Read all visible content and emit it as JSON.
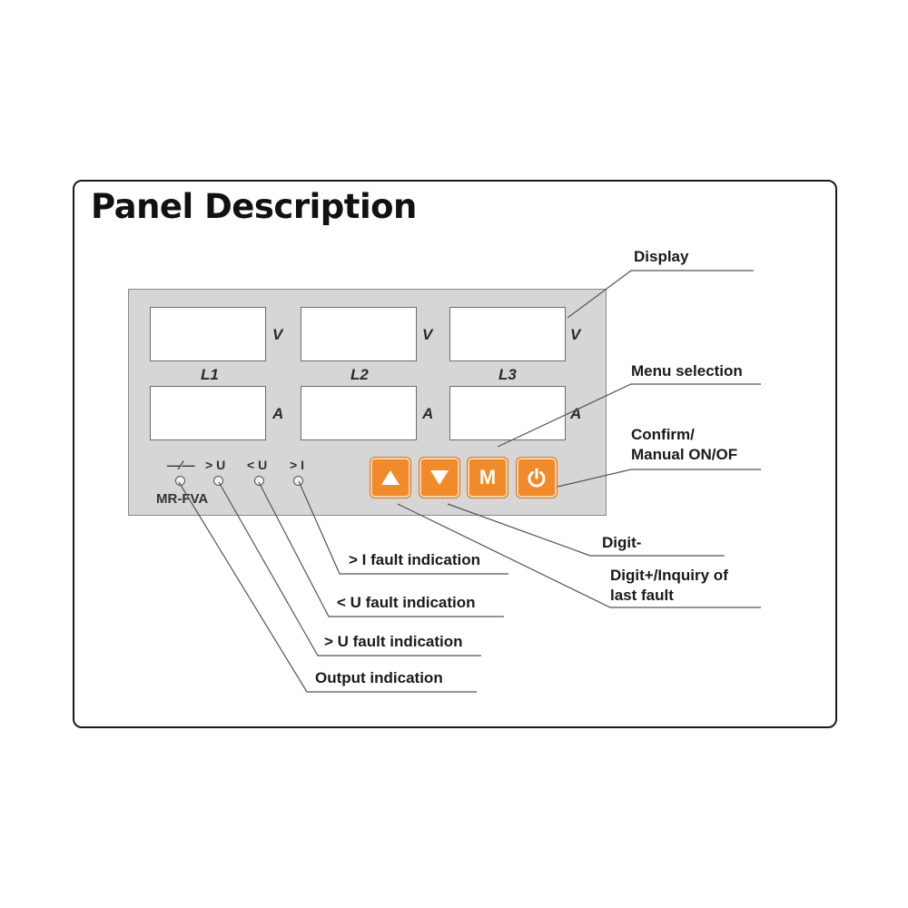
{
  "title": "Panel Description",
  "displays": {
    "volt_unit": "V",
    "amp_unit": "A",
    "phases": [
      "L1",
      "L2",
      "L3"
    ]
  },
  "indicators": [
    {
      "label": "—⁄—",
      "icon": "output-switch-symbol"
    },
    {
      "label": "> U"
    },
    {
      "label": "< U"
    },
    {
      "label": "> I"
    }
  ],
  "model": "MR-FVA",
  "buttons": {
    "up_icon": "triangle-up-icon",
    "down_icon": "triangle-down-icon",
    "menu_label": "M",
    "power_icon": "power-icon",
    "color": "#f08a2a"
  },
  "callouts": {
    "display": "Display",
    "menu_selection": "Menu selection",
    "confirm_line1": "Confirm/",
    "confirm_line2": "Manual ON/OF",
    "digit_minus": "Digit-",
    "digit_plus_line1": "Digit+/Inquiry of",
    "digit_plus_line2": "last fault",
    "i_fault": "> I fault indication",
    "u_low_fault": "< U fault indication",
    "u_high_fault": "> U fault indication",
    "output": "Output indication"
  }
}
